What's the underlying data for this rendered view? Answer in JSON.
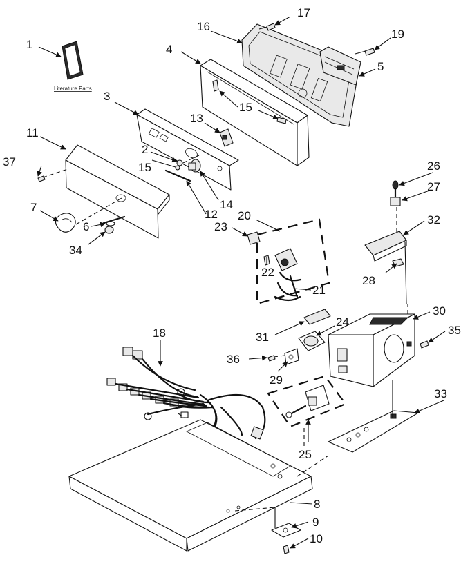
{
  "diagram": {
    "literature_label": "Literature Parts",
    "callouts": [
      "1",
      "2",
      "3",
      "4",
      "5",
      "6",
      "7",
      "8",
      "9",
      "10",
      "11",
      "12",
      "13",
      "14",
      "15",
      "15",
      "16",
      "17",
      "18",
      "19",
      "20",
      "21",
      "22",
      "23",
      "24",
      "25",
      "26",
      "27",
      "28",
      "29",
      "30",
      "31",
      "32",
      "33",
      "34",
      "35",
      "36",
      "37"
    ]
  }
}
